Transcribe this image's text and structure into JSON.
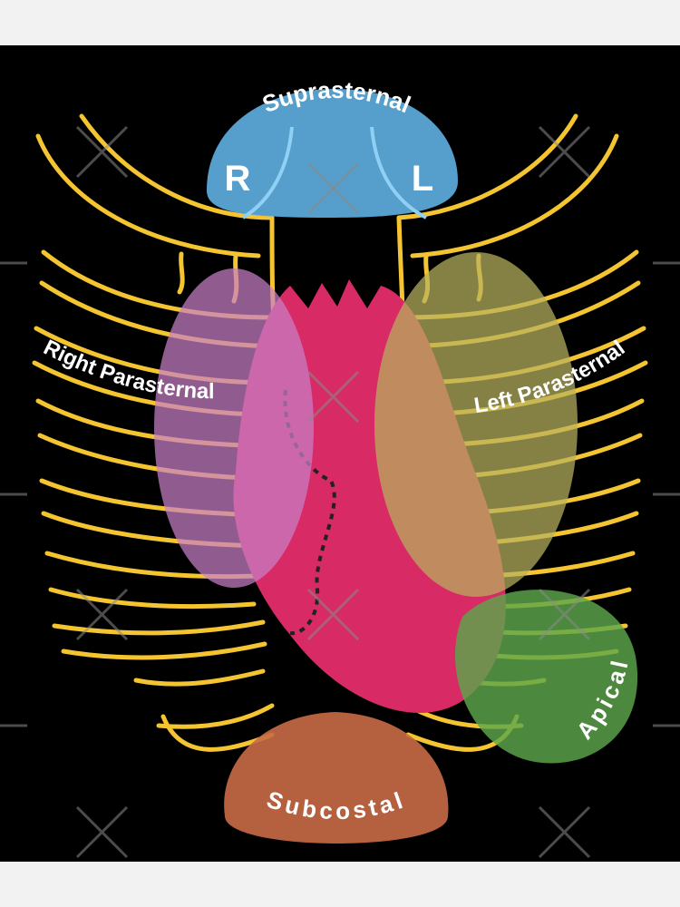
{
  "windows": {
    "suprasternal": {
      "label": "Suprasternal",
      "color": "#5ba6d6"
    },
    "right_parasternal": {
      "label": "Right Parasternal",
      "color": "#c77fc7"
    },
    "left_parasternal": {
      "label": "Left Parasternal",
      "color": "#b8b15e"
    },
    "apical": {
      "label": "Apical",
      "color": "#5da64a"
    },
    "subcostal": {
      "label": "Subcostal",
      "color": "#c96a46"
    }
  },
  "side_markers": {
    "right": "R",
    "left": "L"
  },
  "colors": {
    "background": "#000000",
    "page_border": "#f2f2f2",
    "ribs": "#f4c531",
    "heart": "#d82a64",
    "watermark": "#8a8a8a"
  },
  "icons": [
    "watermark-cross-icon"
  ]
}
